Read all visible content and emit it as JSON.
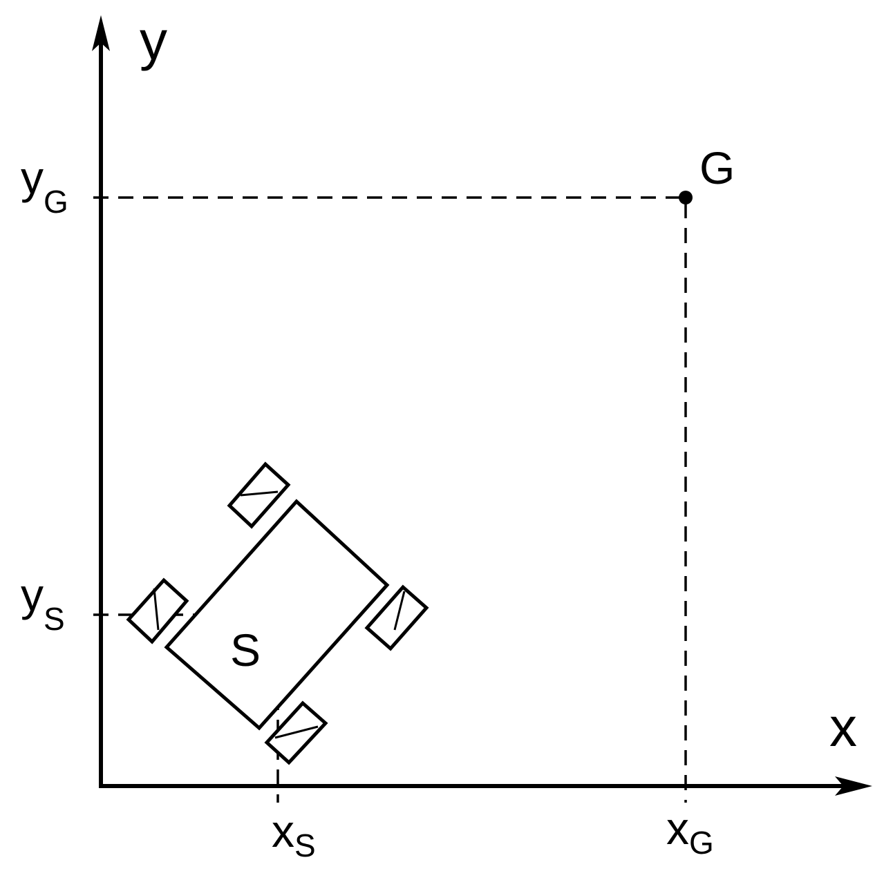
{
  "axes": {
    "x_label": "x",
    "y_label": "y"
  },
  "start_point": {
    "label": "S",
    "x_label_main": "x",
    "x_label_sub": "S",
    "y_label_main": "y",
    "y_label_sub": "S"
  },
  "goal_point": {
    "label": "G",
    "x_label_main": "x",
    "x_label_sub": "G",
    "y_label_main": "y",
    "y_label_sub": "G"
  },
  "colors": {
    "ink": "#000000",
    "background": "#ffffff"
  }
}
